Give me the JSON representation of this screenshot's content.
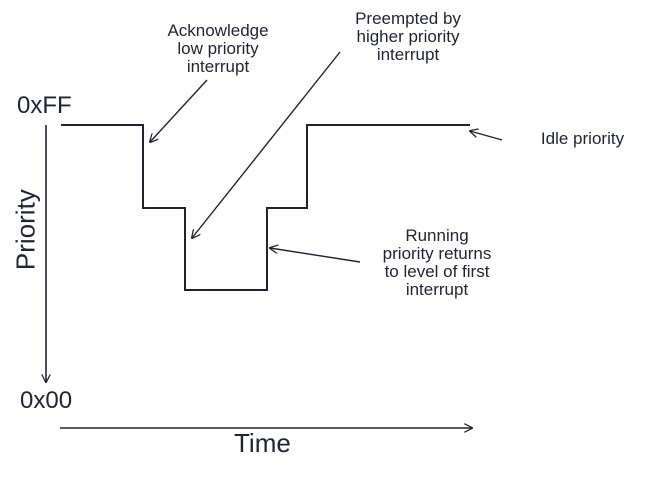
{
  "diagram": {
    "y_axis": {
      "title": "Priority",
      "top_label": "0xFF",
      "bottom_label": "0x00"
    },
    "x_axis": {
      "title": "Time"
    },
    "annotations": {
      "acknowledge": [
        "Acknowledge",
        "low priority",
        "interrupt"
      ],
      "preempted": [
        "Preempted by",
        "higher priority",
        "interrupt"
      ],
      "idle": [
        "Idle priority"
      ],
      "running": [
        "Running",
        "priority returns",
        "to level of first",
        "interrupt"
      ]
    },
    "colors": {
      "line": "#1e2433",
      "text": "#1e2433",
      "background": "#ffffff"
    }
  }
}
